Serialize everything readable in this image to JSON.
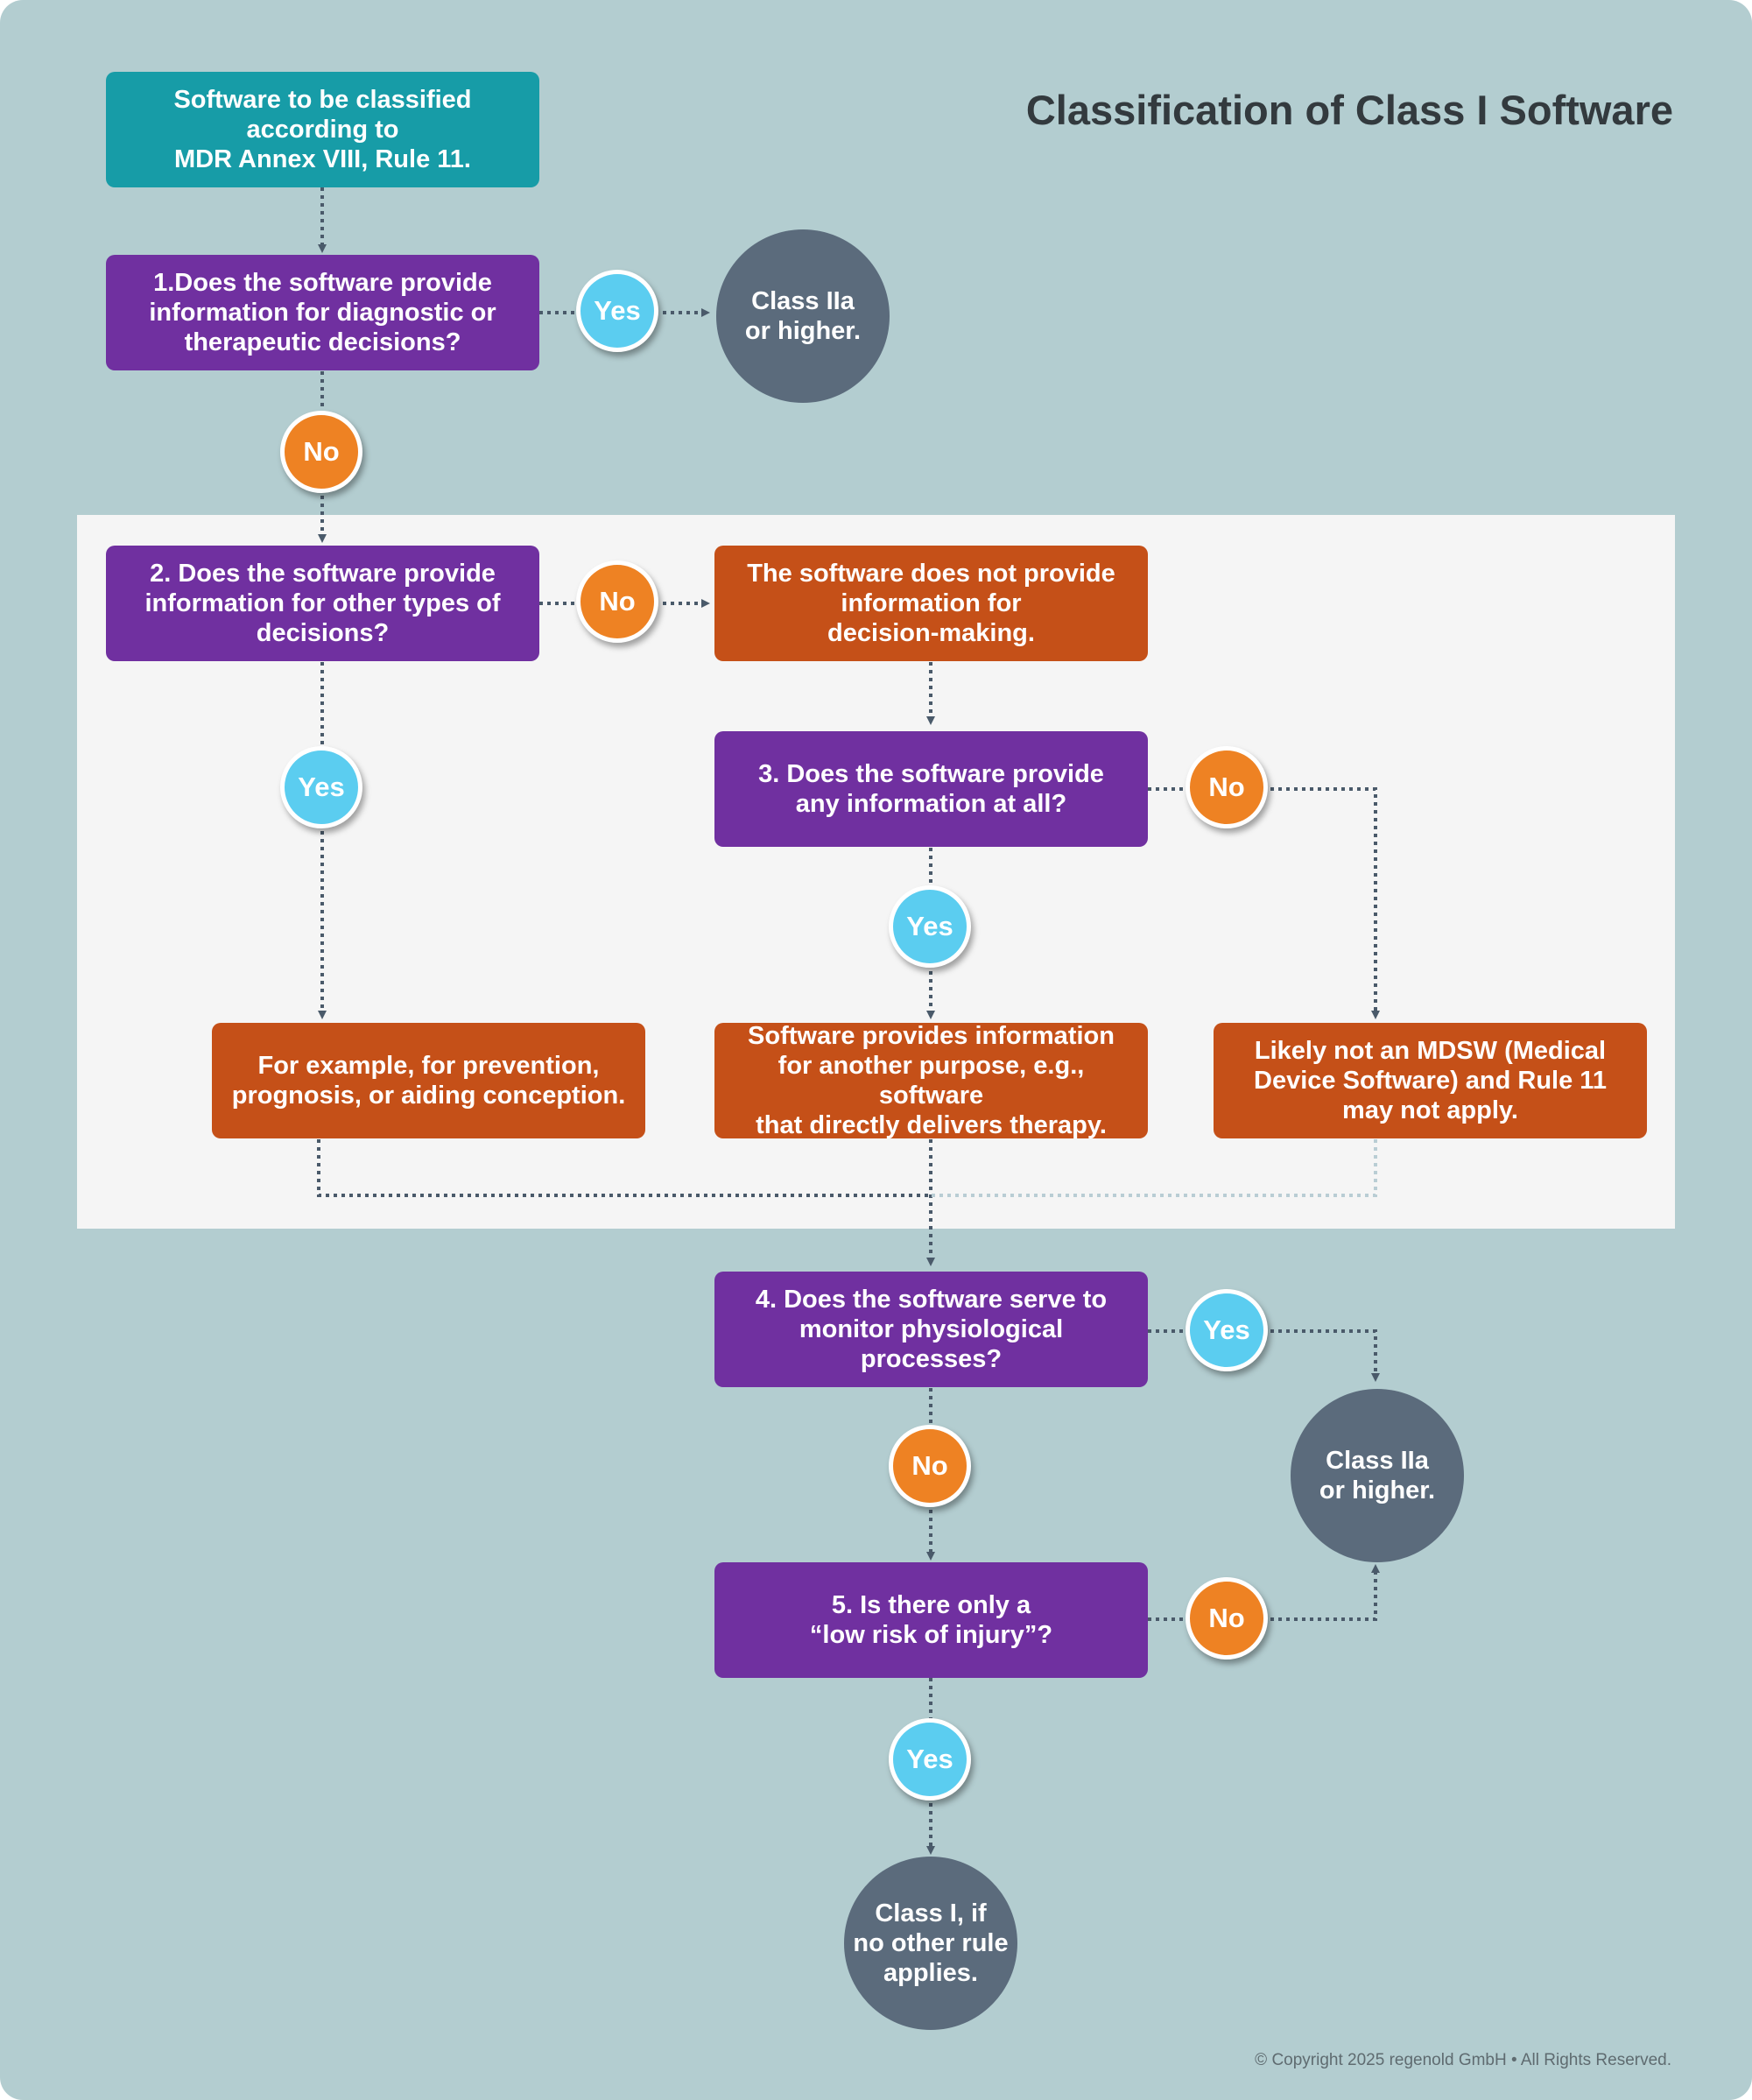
{
  "title": "Classification of Class I Software",
  "start": "Software to be classified\naccording to\nMDR Annex VIII, Rule 11.",
  "q1": "1.Does the software provide\ninformation for diagnostic or\ntherapeutic decisions?",
  "q2": "2. Does the software provide\ninformation for other types of\ndecisions?",
  "q3": "3. Does the software provide\nany information at all?",
  "q4": "4. Does the software serve to\nmonitor physiological\nprocesses?",
  "q5": "5. Is there only a\n“low risk of injury”?",
  "no_decision_info": "The software does not provide\ninformation for\ndecision-making.",
  "example_prevention": "For example, for prevention,\nprognosis, or aiding conception.",
  "other_purpose": "Software provides information\nfor another purpose, e.g., software\nthat directly delivers therapy.",
  "not_mdsw": "Likely not an MDSW (Medical\nDevice Software) and Rule 11\nmay not apply.",
  "result_class_iia_top": "Class IIa\nor higher.",
  "result_class_iia_right": "Class IIa\nor higher.",
  "result_class_i": "Class I, if\nno other rule\napplies.",
  "labels": {
    "yes": "Yes",
    "no": "No"
  },
  "colors": {
    "background": "#b3cdd0",
    "panel": "#f5f5f5",
    "start": "#179ca7",
    "question": "#7030a0",
    "outcome": "#c55018",
    "result": "#5b6b7c",
    "yes": "#5bcdf0",
    "no": "#ee8223",
    "connector": "#4a5a6a"
  },
  "copyright": "© Copyright 2025 regenold GmbH • All Rights Reserved."
}
